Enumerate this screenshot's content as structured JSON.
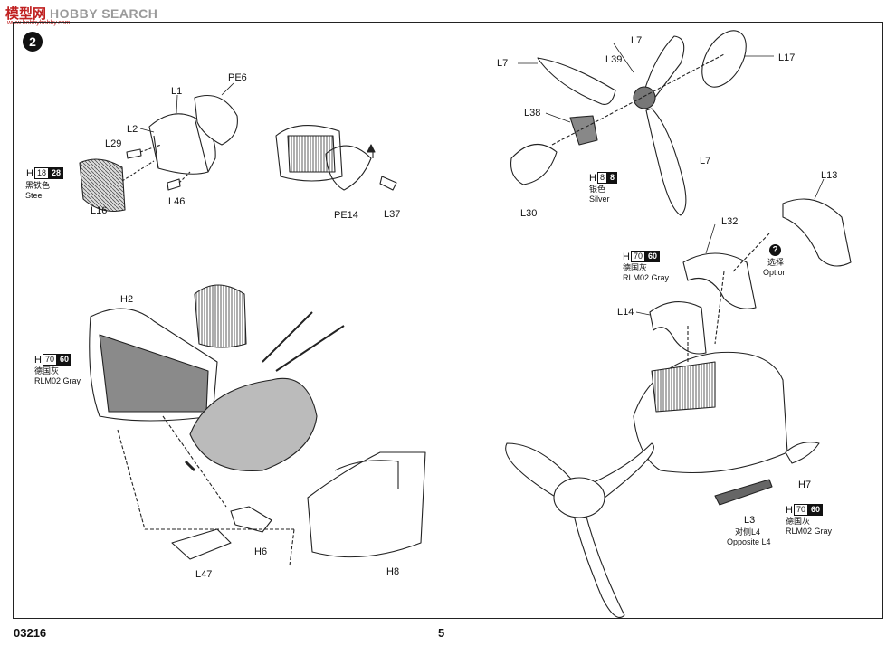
{
  "watermark": {
    "cn": "模型网",
    "en": "HOBBY SEARCH",
    "url": "www.hobbyhobby.com"
  },
  "step": "2",
  "footer": {
    "code": "03216",
    "page": "5"
  },
  "labels": {
    "pe6": "PE6",
    "l1": "L1",
    "l2": "L2",
    "l29": "L29",
    "l16": "L16",
    "l46": "L46",
    "pe14": "PE14",
    "l37": "L37",
    "h2": "H2",
    "h6": "H6",
    "l47": "L47",
    "h8": "H8",
    "l7a": "L7",
    "l7b": "L7",
    "l7c": "L7",
    "l39": "L39",
    "l17": "L17",
    "l38": "L38",
    "l30": "L30",
    "l13": "L13",
    "l32": "L32",
    "l14": "L14",
    "h7": "H7",
    "l3": "L3",
    "opposite_cn": "对侧L4",
    "opposite_en": "Opposite L4",
    "option_cn": "选择",
    "option_en": "Option"
  },
  "paints": {
    "steel": {
      "prefix": "H",
      "num": "18",
      "code": "28",
      "cn": "黑铁色",
      "en": "Steel"
    },
    "silver": {
      "prefix": "H",
      "num": "8",
      "code": "8",
      "cn": "银色",
      "en": "Silver"
    },
    "gray_top": {
      "prefix": "H",
      "num": "70",
      "code": "60",
      "cn": "德国灰",
      "en": "RLM02 Gray"
    },
    "gray_left": {
      "prefix": "H",
      "num": "70",
      "code": "60",
      "cn": "德国灰",
      "en": "RLM02 Gray"
    },
    "gray_right": {
      "prefix": "H",
      "num": "70",
      "code": "60",
      "cn": "德国灰",
      "en": "RLM02 Gray"
    }
  },
  "icons": [
    "question-icon"
  ]
}
